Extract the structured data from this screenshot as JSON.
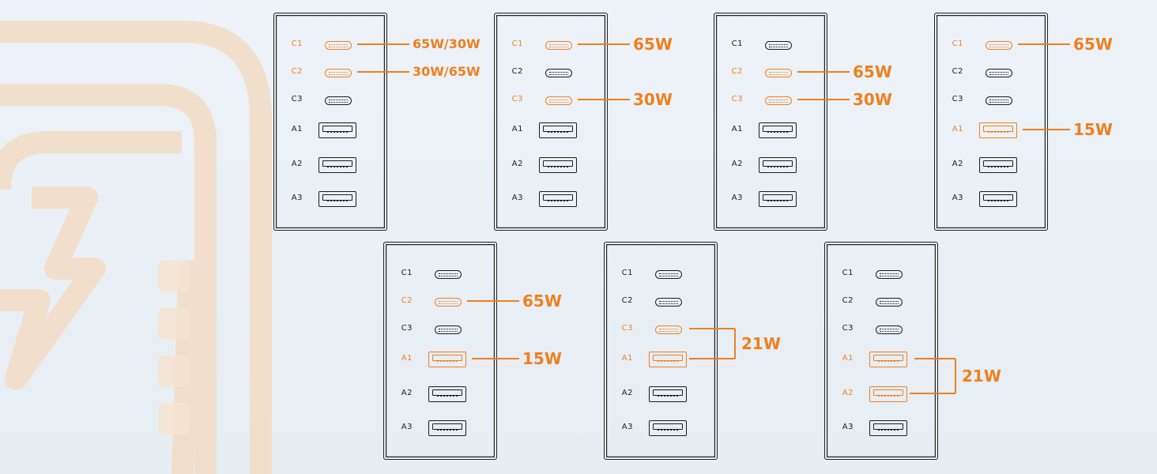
{
  "accent_color": "#f07f1e",
  "panels": [
    {
      "ports": [
        {
          "label": "C1",
          "type": "usb-c",
          "active": true
        },
        {
          "label": "C2",
          "type": "usb-c",
          "active": true
        },
        {
          "label": "C3",
          "type": "usb-c",
          "active": false
        },
        {
          "label": "A1",
          "type": "usb-a",
          "active": false
        },
        {
          "label": "A2",
          "type": "usb-a",
          "active": false
        },
        {
          "label": "A3",
          "type": "usb-a",
          "active": false
        }
      ],
      "callouts": [
        {
          "text": "65W/30W",
          "ports": [
            "C1"
          ]
        },
        {
          "text": "30W/65W",
          "ports": [
            "C2"
          ]
        }
      ]
    },
    {
      "ports": [
        {
          "label": "C1",
          "type": "usb-c",
          "active": true
        },
        {
          "label": "C2",
          "type": "usb-c",
          "active": false
        },
        {
          "label": "C3",
          "type": "usb-c",
          "active": true
        },
        {
          "label": "A1",
          "type": "usb-a",
          "active": false
        },
        {
          "label": "A2",
          "type": "usb-a",
          "active": false
        },
        {
          "label": "A3",
          "type": "usb-a",
          "active": false
        }
      ],
      "callouts": [
        {
          "text": "65W",
          "ports": [
            "C1"
          ]
        },
        {
          "text": "30W",
          "ports": [
            "C3"
          ]
        }
      ]
    },
    {
      "ports": [
        {
          "label": "C1",
          "type": "usb-c",
          "active": false
        },
        {
          "label": "C2",
          "type": "usb-c",
          "active": true
        },
        {
          "label": "C3",
          "type": "usb-c",
          "active": true
        },
        {
          "label": "A1",
          "type": "usb-a",
          "active": false
        },
        {
          "label": "A2",
          "type": "usb-a",
          "active": false
        },
        {
          "label": "A3",
          "type": "usb-a",
          "active": false
        }
      ],
      "callouts": [
        {
          "text": "65W",
          "ports": [
            "C2"
          ]
        },
        {
          "text": "30W",
          "ports": [
            "C3"
          ]
        }
      ]
    },
    {
      "ports": [
        {
          "label": "C1",
          "type": "usb-c",
          "active": true
        },
        {
          "label": "C2",
          "type": "usb-c",
          "active": false
        },
        {
          "label": "C3",
          "type": "usb-c",
          "active": false
        },
        {
          "label": "A1",
          "type": "usb-a",
          "active": true
        },
        {
          "label": "A2",
          "type": "usb-a",
          "active": false
        },
        {
          "label": "A3",
          "type": "usb-a",
          "active": false
        }
      ],
      "callouts": [
        {
          "text": "65W",
          "ports": [
            "C1"
          ]
        },
        {
          "text": "15W",
          "ports": [
            "A1"
          ]
        }
      ]
    },
    {
      "ports": [
        {
          "label": "C1",
          "type": "usb-c",
          "active": false
        },
        {
          "label": "C2",
          "type": "usb-c",
          "active": true
        },
        {
          "label": "C3",
          "type": "usb-c",
          "active": false
        },
        {
          "label": "A1",
          "type": "usb-a",
          "active": true
        },
        {
          "label": "A2",
          "type": "usb-a",
          "active": false
        },
        {
          "label": "A3",
          "type": "usb-a",
          "active": false
        }
      ],
      "callouts": [
        {
          "text": "65W",
          "ports": [
            "C2"
          ]
        },
        {
          "text": "15W",
          "ports": [
            "A1"
          ]
        }
      ]
    },
    {
      "ports": [
        {
          "label": "C1",
          "type": "usb-c",
          "active": false
        },
        {
          "label": "C2",
          "type": "usb-c",
          "active": false
        },
        {
          "label": "C3",
          "type": "usb-c",
          "active": true
        },
        {
          "label": "A1",
          "type": "usb-a",
          "active": true
        },
        {
          "label": "A2",
          "type": "usb-a",
          "active": false
        },
        {
          "label": "A3",
          "type": "usb-a",
          "active": false
        }
      ],
      "callouts": [
        {
          "text": "21W",
          "ports": [
            "C3",
            "A1"
          ]
        }
      ]
    },
    {
      "ports": [
        {
          "label": "C1",
          "type": "usb-c",
          "active": false
        },
        {
          "label": "C2",
          "type": "usb-c",
          "active": false
        },
        {
          "label": "C3",
          "type": "usb-c",
          "active": false
        },
        {
          "label": "A1",
          "type": "usb-a",
          "active": true
        },
        {
          "label": "A2",
          "type": "usb-a",
          "active": true
        },
        {
          "label": "A3",
          "type": "usb-a",
          "active": false
        }
      ],
      "callouts": [
        {
          "text": "21W",
          "ports": [
            "A1",
            "A2"
          ]
        }
      ]
    }
  ]
}
